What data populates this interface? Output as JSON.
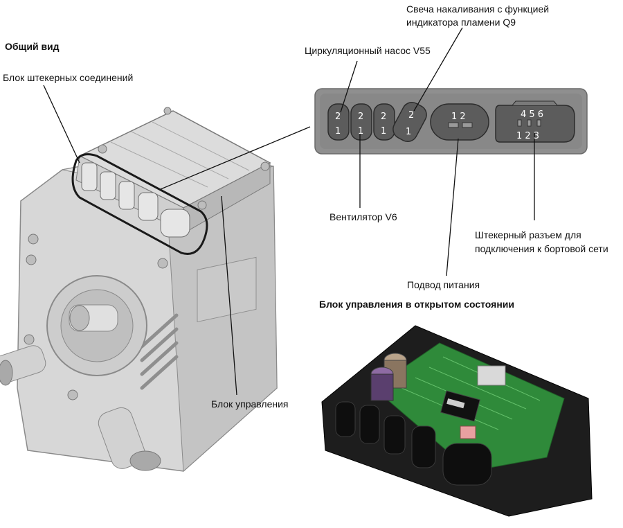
{
  "labels": {
    "general_view": "Общий вид",
    "connector_block": "Блок штекерных соединений",
    "glow_plug_line1": "Свеча накаливания с функцией",
    "glow_plug_line2": "индикатора пламени Q9",
    "pump": "Циркуляционный насос V55",
    "fan": "Вентилятор V6",
    "power_supply": "Подвод питания",
    "onboard_line1": "Штекерный разъем для",
    "onboard_line2": "подключения к бортовой сети",
    "control_unit": "Блок управления",
    "open_unit_title": "Блок управления в открытом состоянии"
  },
  "connector_panel": {
    "pump_pins": [
      "2",
      "1"
    ],
    "fan_pins": [
      "2",
      "1"
    ],
    "third_pins": [
      "2",
      "1"
    ],
    "glow_pins": [
      "2",
      "1"
    ],
    "power_pins": "1 2",
    "onboard_top": "4 5 6",
    "onboard_bottom": "1 2 3"
  },
  "colors": {
    "panel": "#8c8c8c",
    "panel_dark": "#5d5d5d",
    "housing": "#d9d9d9",
    "pcb": "#2f8a3a",
    "case": "#1c1c1c"
  }
}
